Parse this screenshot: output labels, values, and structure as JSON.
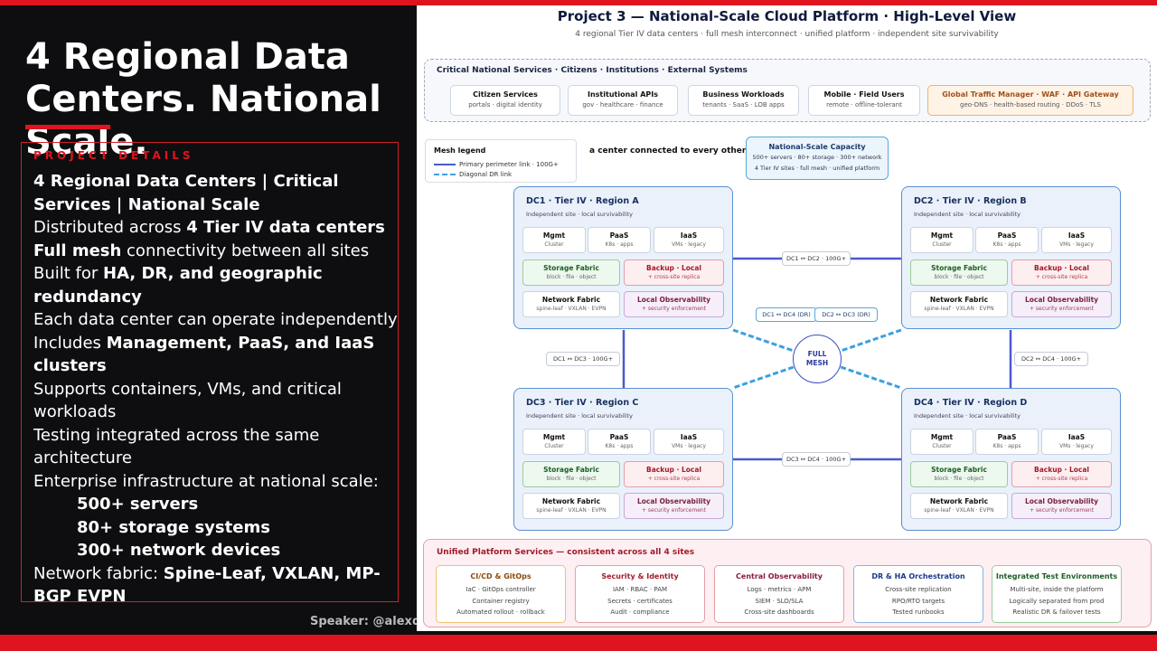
{
  "slide": {
    "title": "4 Regional Data Centers. National Scale.",
    "details_label": "PROJECT DETAILS",
    "speaker": "Speaker: @alexd"
  },
  "details": {
    "l1": "4 Regional Data Centers | Critical Services | National Scale",
    "l2a": "Distributed across ",
    "l2b": "4 Tier IV data centers",
    "l3a": "Full mesh",
    "l3b": " connectivity between all sites",
    "l4a": "Built for ",
    "l4b": "HA, DR, and geographic redundancy",
    "l5": "Each data center can operate independently",
    "l6a": "Includes ",
    "l6b": "Management, PaaS, and IaaS clusters",
    "l7": "Supports containers, VMs, and critical workloads",
    "l8": "Testing integrated across the same architecture",
    "l9": "Enterprise infrastructure at national scale:",
    "l10": "500+ servers",
    "l11": "80+ storage systems",
    "l12": "300+ network devices",
    "l13a": "Network fabric: ",
    "l13b": "Spine-Leaf, VXLAN, MP-BGP EVPN"
  },
  "diagram": {
    "title": "Project 3 — National-Scale Cloud Platform · High-Level View",
    "subtitle": "4 regional Tier IV data centers · full mesh interconnect · unified platform · independent site survivability",
    "critical": {
      "title": "Critical National Services · Citizens · Institutions · External Systems",
      "items": [
        {
          "t": "Citizen Services",
          "s": "portals · digital identity"
        },
        {
          "t": "Institutional APIs",
          "s": "gov · healthcare · finance"
        },
        {
          "t": "Business Workloads",
          "s": "tenants · SaaS · LOB apps"
        },
        {
          "t": "Mobile · Field Users",
          "s": "remote · offline-tolerant"
        },
        {
          "t": "Global Traffic Manager · WAF · API Gateway",
          "s": "geo-DNS · health-based routing · DDoS · TLS"
        }
      ]
    },
    "legend": {
      "title": "Mesh legend",
      "primary": "Primary perimeter link · 100G+",
      "diagonal": "Diagonal DR link",
      "primary_color": "#4a5ad0",
      "diagonal_color": "#3aa0e0"
    },
    "mesh_note": "a center connected to every other",
    "capacity": {
      "title": "National-Scale Capacity",
      "l1": "500+ servers · 80+ storage · 300+ network",
      "l2": "4 Tier IV sites · full mesh · unified platform"
    },
    "dcs": [
      {
        "title": "DC1 · Tier IV · Region A",
        "sub": "Independent site · local survivability"
      },
      {
        "title": "DC2 · Tier IV · Region B",
        "sub": "Independent site · local survivability"
      },
      {
        "title": "DC3 · Tier IV · Region C",
        "sub": "Independent site · local survivability"
      },
      {
        "title": "DC4 · Tier IV · Region D",
        "sub": "Independent site · local survivability"
      }
    ],
    "cells": {
      "mgmt": {
        "t": "Mgmt",
        "s": "Cluster"
      },
      "paas": {
        "t": "PaaS",
        "s": "K8s · apps"
      },
      "iaas": {
        "t": "IaaS",
        "s": "VMs · legacy"
      },
      "storage": {
        "t": "Storage Fabric",
        "s": "block · file · object"
      },
      "backup": {
        "t": "Backup · Local",
        "s": "+ cross-site replica"
      },
      "network": {
        "t": "Network Fabric",
        "s": "spine-leaf · VXLAN · EVPN"
      },
      "obs": {
        "t": "Local Observability",
        "s": "+ security enforcement"
      }
    },
    "links": {
      "dc1_dc2": "DC1 ↔ DC2 · 100G+",
      "dc1_dc3": "DC1 ↔ DC3 · 100G+",
      "dc2_dc4": "DC2 ↔ DC4 · 100G+",
      "dc3_dc4": "DC3 ↔ DC4 · 100G+",
      "dc1_dc4": "DC1 ↔ DC4 (DR)",
      "dc2_dc3": "DC2 ↔ DC3 (DR)"
    },
    "mesh_node": {
      "l1": "FULL",
      "l2": "MESH"
    },
    "unified": {
      "title": "Unified Platform Services — consistent across all 4 sites",
      "cards": [
        {
          "t": "CI/CD & GitOps",
          "l": [
            "IaC · GitOps controller",
            "Container registry",
            "Automated rollout · rollback"
          ]
        },
        {
          "t": "Security & Identity",
          "l": [
            "IAM · RBAC · PAM",
            "Secrets · certificates",
            "Audit · compliance"
          ]
        },
        {
          "t": "Central Observability",
          "l": [
            "Logs · metrics · APM",
            "SIEM · SLO/SLA",
            "Cross-site dashboards"
          ]
        },
        {
          "t": "DR & HA Orchestration",
          "l": [
            "Cross-site replication",
            "RPO/RTO targets",
            "Tested runbooks"
          ]
        },
        {
          "t": "Integrated Test Environments",
          "l": [
            "Multi-site, inside the platform",
            "Logically separated from prod",
            "Realistic DR & failover tests"
          ]
        }
      ]
    }
  }
}
